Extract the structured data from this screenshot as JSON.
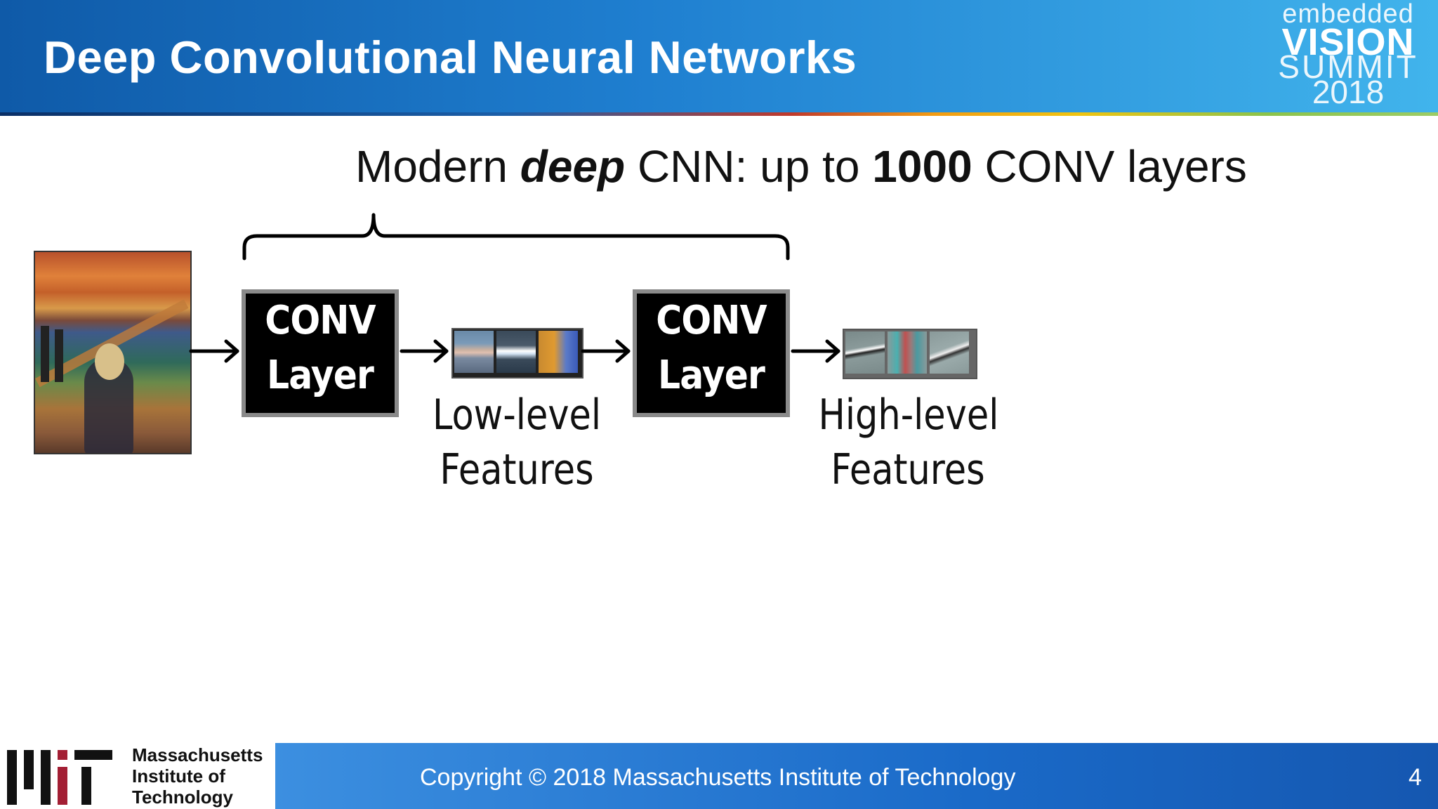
{
  "slide": {
    "title": "Deep Convolutional Neural Networks",
    "subtitle": {
      "part1": "Modern ",
      "emph": "deep",
      "part2": " CNN: up to ",
      "bold": "1000",
      "part3": " CONV layers"
    }
  },
  "logo": {
    "line1": "embedded",
    "line2": "VISION",
    "line3": "SUMMIT",
    "line4": "2018"
  },
  "diagram": {
    "input_image": "painting",
    "conv1": {
      "line1": "CONV",
      "line2": "Layer"
    },
    "conv2": {
      "line1": "CONV",
      "line2": "Layer"
    },
    "low_features": {
      "line1": "Low-level",
      "line2": "Features"
    },
    "high_features": {
      "line1": "High-level",
      "line2": "Features"
    }
  },
  "footer": {
    "institution": [
      "Massachusetts",
      "Institute of",
      "Technology"
    ],
    "copyright": "Copyright © 2018 Massachusetts Institute of Technology",
    "page_number": "4"
  },
  "colors": {
    "header_start": "#0f5aa8",
    "header_end": "#41b4ec",
    "conv_fill": "#000000",
    "conv_border": "#8a8a8a",
    "mit_red": "#a31f34"
  }
}
